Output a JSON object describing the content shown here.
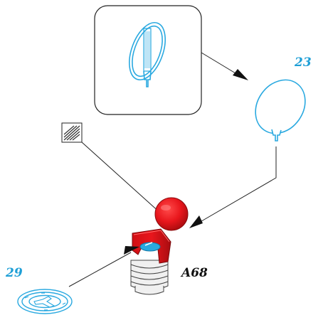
{
  "steps": {
    "top_right": "23",
    "left": "29"
  },
  "part_code": "A68",
  "colors": {
    "blue": "#2aa9e0",
    "red": "#e8161c",
    "dark_red": "#b30d12",
    "line": "#222222",
    "step_number": "#1f9fd6",
    "gray": "#f0f0f0"
  },
  "icons": {
    "material_swatch": "hatched-material-swatch-icon",
    "detail_frame": "rounded-detail-frame-icon"
  }
}
